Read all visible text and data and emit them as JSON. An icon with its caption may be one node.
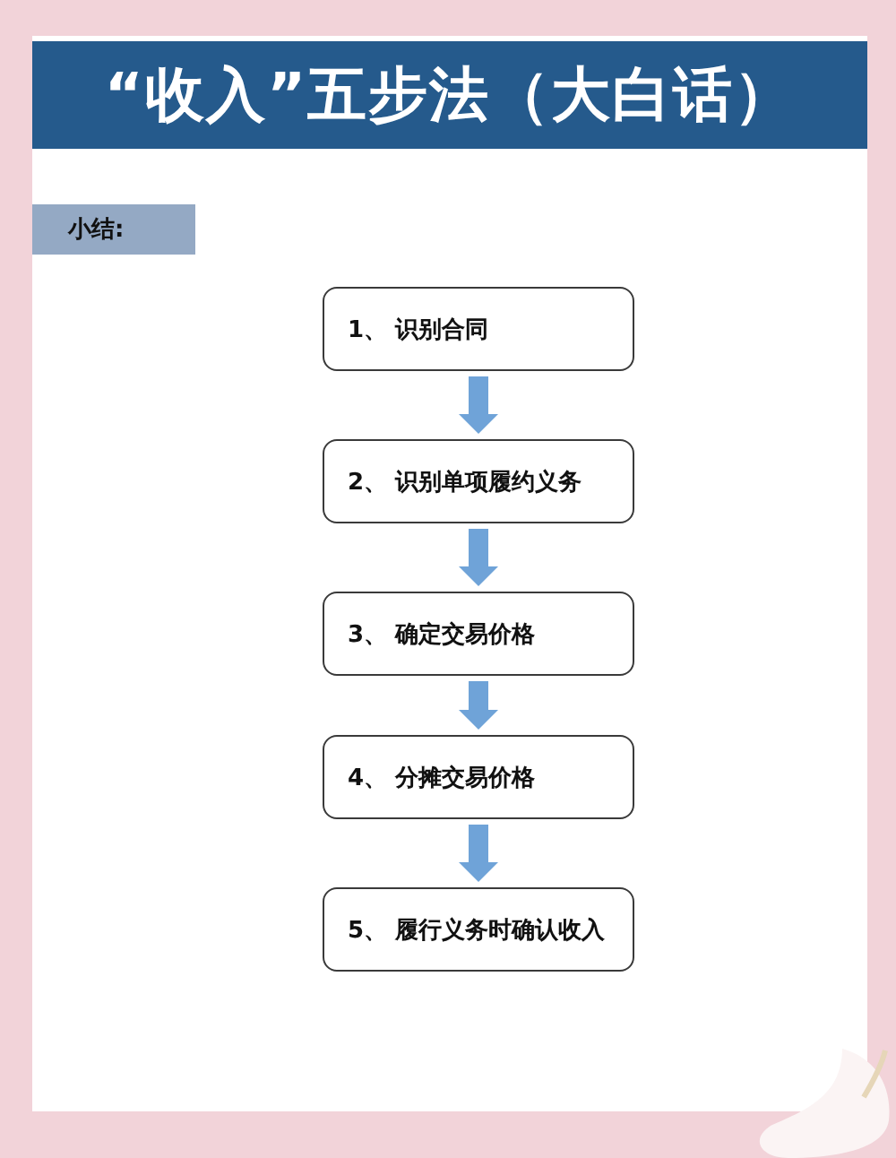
{
  "diagram": {
    "title": "“收入”五步法（大白话）",
    "nodes": [
      {
        "text": [
          "小结:"
        ]
      },
      {
        "text": [
          "1、 识别合同"
        ]
      },
      {
        "text": [
          "2、 识别单项履约义务"
        ]
      },
      {
        "text": [
          "3、 确定交易价格"
        ]
      },
      {
        "text": [
          "4、 分摊交易价格"
        ]
      },
      {
        "text": [
          "5、 履行义务时确认收入"
        ]
      }
    ],
    "edges": [
      {
        "from": 1,
        "to": 2,
        "arrow": "to"
      },
      {
        "from": 2,
        "to": 3,
        "arrow": "to"
      },
      {
        "from": 3,
        "to": 4,
        "arrow": "to"
      },
      {
        "from": 4,
        "to": 5,
        "arrow": "to"
      }
    ]
  }
}
